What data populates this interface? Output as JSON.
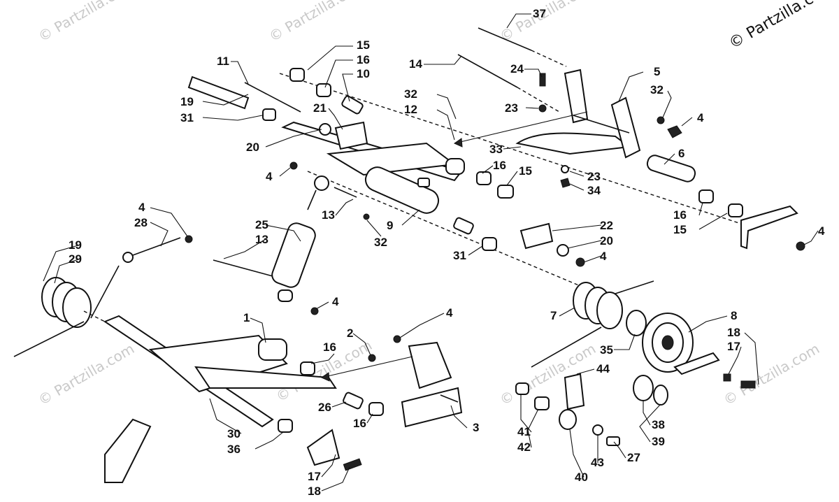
{
  "watermark": "© Partzilla.com",
  "copyright": "© Partzilla.c",
  "callouts": [
    {
      "id": "c1",
      "label": "37"
    },
    {
      "id": "c2",
      "label": "15"
    },
    {
      "id": "c3",
      "label": "16"
    },
    {
      "id": "c4",
      "label": "10"
    },
    {
      "id": "c5",
      "label": "11"
    },
    {
      "id": "c6",
      "label": "14"
    },
    {
      "id": "c7",
      "label": "24"
    },
    {
      "id": "c8",
      "label": "5"
    },
    {
      "id": "c9",
      "label": "32"
    },
    {
      "id": "c10",
      "label": "19"
    },
    {
      "id": "c11",
      "label": "31"
    },
    {
      "id": "c12",
      "label": "21"
    },
    {
      "id": "c13",
      "label": "32"
    },
    {
      "id": "c14",
      "label": "12"
    },
    {
      "id": "c15",
      "label": "23"
    },
    {
      "id": "c16",
      "label": "4"
    },
    {
      "id": "c17",
      "label": "20"
    },
    {
      "id": "c18",
      "label": "33"
    },
    {
      "id": "c19",
      "label": "6"
    },
    {
      "id": "c20",
      "label": "4"
    },
    {
      "id": "c21",
      "label": "16"
    },
    {
      "id": "c22",
      "label": "15"
    },
    {
      "id": "c23",
      "label": "23"
    },
    {
      "id": "c24",
      "label": "34"
    },
    {
      "id": "c25",
      "label": "13"
    },
    {
      "id": "c26",
      "label": "16"
    },
    {
      "id": "c27",
      "label": "15"
    },
    {
      "id": "c28",
      "label": "9"
    },
    {
      "id": "c29",
      "label": "32"
    },
    {
      "id": "c30",
      "label": "22"
    },
    {
      "id": "c31",
      "label": "20"
    },
    {
      "id": "c32",
      "label": "4"
    },
    {
      "id": "c33",
      "label": "4"
    },
    {
      "id": "c34",
      "label": "4"
    },
    {
      "id": "c35",
      "label": "28"
    },
    {
      "id": "c36",
      "label": "25"
    },
    {
      "id": "c37",
      "label": "13"
    },
    {
      "id": "c38",
      "label": "31"
    },
    {
      "id": "c39",
      "label": "19"
    },
    {
      "id": "c40",
      "label": "29"
    },
    {
      "id": "c41",
      "label": "4"
    },
    {
      "id": "c42",
      "label": "7"
    },
    {
      "id": "c43",
      "label": "8"
    },
    {
      "id": "c44",
      "label": "1"
    },
    {
      "id": "c45",
      "label": "2"
    },
    {
      "id": "c46",
      "label": "4"
    },
    {
      "id": "c47",
      "label": "16"
    },
    {
      "id": "c48",
      "label": "35"
    },
    {
      "id": "c49",
      "label": "18"
    },
    {
      "id": "c50",
      "label": "17"
    },
    {
      "id": "c51",
      "label": "44"
    },
    {
      "id": "c52",
      "label": "26"
    },
    {
      "id": "c53",
      "label": "16"
    },
    {
      "id": "c54",
      "label": "3"
    },
    {
      "id": "c55",
      "label": "41"
    },
    {
      "id": "c56",
      "label": "42"
    },
    {
      "id": "c57",
      "label": "38"
    },
    {
      "id": "c58",
      "label": "39"
    },
    {
      "id": "c59",
      "label": "43"
    },
    {
      "id": "c60",
      "label": "27"
    },
    {
      "id": "c61",
      "label": "40"
    },
    {
      "id": "c62",
      "label": "30"
    },
    {
      "id": "c63",
      "label": "36"
    },
    {
      "id": "c64",
      "label": "17"
    },
    {
      "id": "c65",
      "label": "18"
    }
  ]
}
